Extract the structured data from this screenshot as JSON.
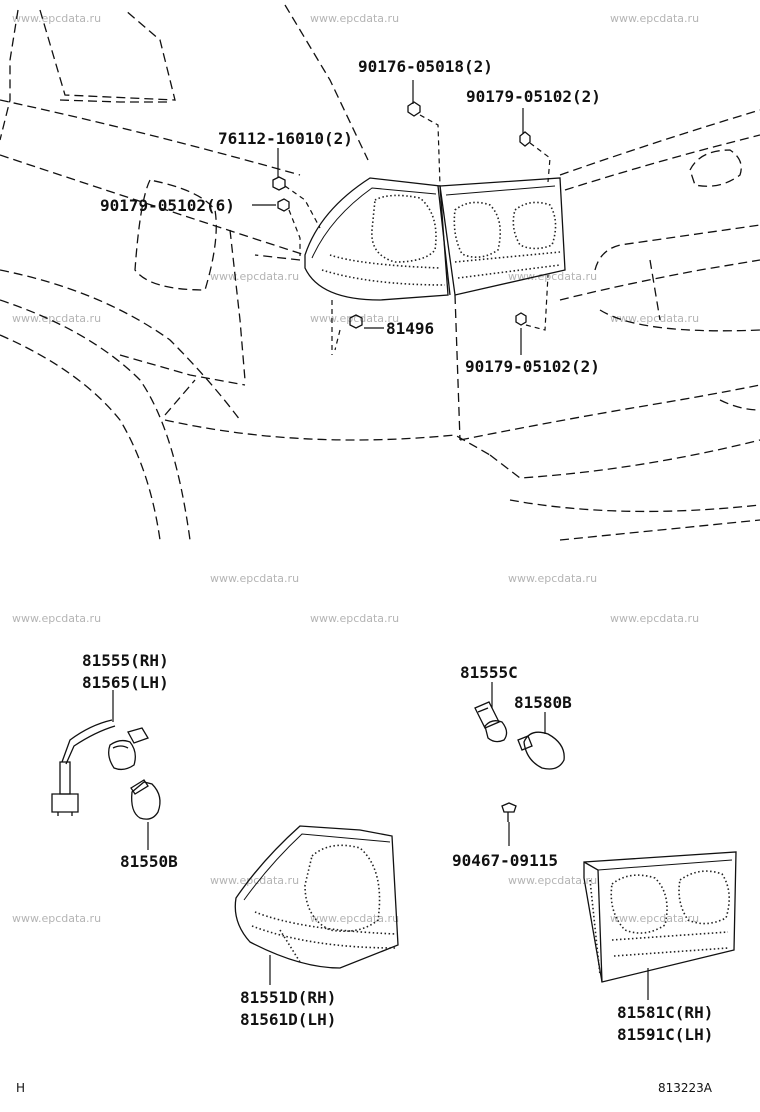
{
  "watermark": "www.epcdata.ru",
  "corner_left": "H",
  "diagram_id": "813223A",
  "labels": {
    "p90176": "90176-05018(2)",
    "p90179a": "90179-05102(2)",
    "p76112": "76112-16010(2)",
    "p90179b": "90179-05102(6)",
    "p81496": "81496",
    "p90179c": "90179-05102(2)",
    "p81555rh": "81555(RH)",
    "p81565lh": "81565(LH)",
    "p81550b": "81550B",
    "p81555c": "81555C",
    "p81580b": "81580B",
    "p90467": "90467-09115",
    "p81551d": "81551D(RH)",
    "p81561d": "81561D(LH)",
    "p81581c": "81581C(RH)",
    "p81591c": "81591C(LH)"
  }
}
